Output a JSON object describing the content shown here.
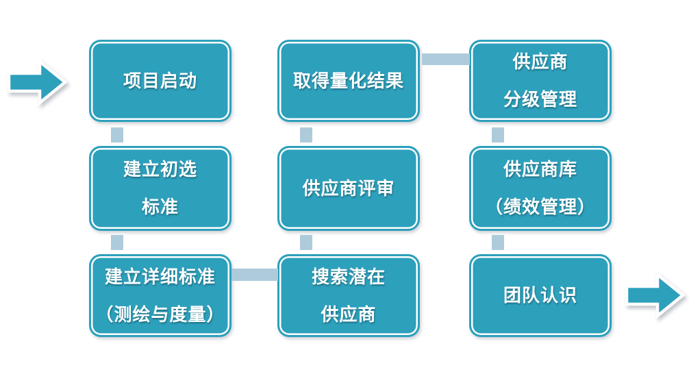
{
  "diagram_type": "process-flow",
  "colors": {
    "shape_fill": "#2DA0BC",
    "connector_fill": "#AECBDC",
    "text_color": "#FFFFFF",
    "bg": "#FFFFFF"
  },
  "flow": {
    "steps": [
      {
        "name": "project-kickoff",
        "lines": [
          "项目启动"
        ]
      },
      {
        "name": "initial-criteria",
        "lines": [
          "建立初选",
          "标准"
        ]
      },
      {
        "name": "detailed-criteria",
        "lines": [
          "建立详细标准",
          "（测绘与度量）"
        ]
      },
      {
        "name": "search-potential-suppliers",
        "lines": [
          "搜索潜在",
          "供应商"
        ]
      },
      {
        "name": "supplier-review",
        "lines": [
          "供应商评审"
        ]
      },
      {
        "name": "quantified-results",
        "lines": [
          "取得量化结果"
        ]
      },
      {
        "name": "supplier-grading",
        "lines": [
          "供应商",
          "分级管理"
        ]
      },
      {
        "name": "supplier-library",
        "lines": [
          "供应商库",
          "（绩效管理）"
        ]
      },
      {
        "name": "team-recognition",
        "lines": [
          "团队认识"
        ]
      }
    ],
    "entry_arrow_direction": "right",
    "exit_arrow_direction": "right"
  }
}
